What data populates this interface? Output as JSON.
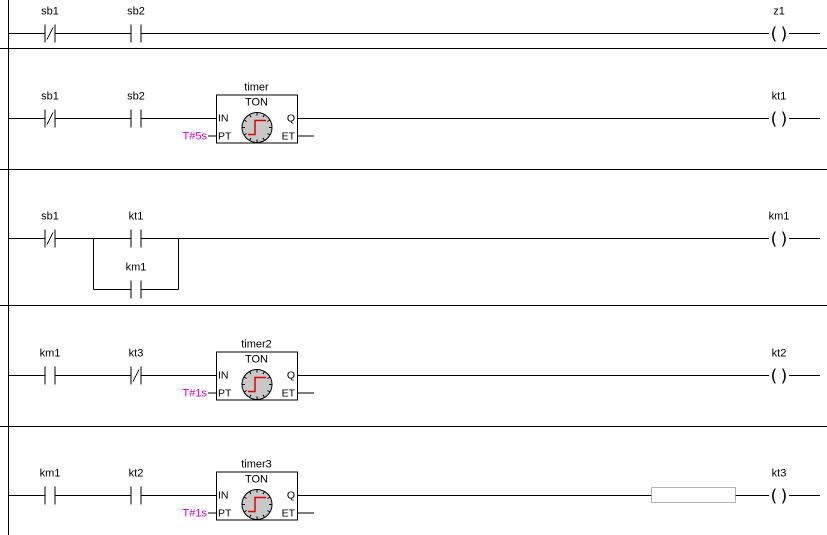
{
  "rungs": [
    {
      "contacts": [
        {
          "name": "sb1",
          "type": "NC"
        },
        {
          "name": "sb2",
          "type": "NO"
        }
      ],
      "coil": "z1"
    },
    {
      "contacts": [
        {
          "name": "sb1",
          "type": "NC"
        },
        {
          "name": "sb2",
          "type": "NO"
        }
      ],
      "block": {
        "instance": "timer",
        "type": "TON",
        "pt": "T#5s",
        "pin_in": "IN",
        "pin_pt": "PT",
        "pin_q": "Q",
        "pin_et": "ET"
      },
      "coil": "kt1"
    },
    {
      "contacts": [
        {
          "name": "sb1",
          "type": "NC"
        },
        {
          "name": "kt1",
          "type": "NO"
        }
      ],
      "parallel": {
        "name": "km1",
        "type": "NO"
      },
      "coil": "km1"
    },
    {
      "contacts": [
        {
          "name": "km1",
          "type": "NO"
        },
        {
          "name": "kt3",
          "type": "NC"
        }
      ],
      "block": {
        "instance": "timer2",
        "type": "TON",
        "pt": "T#1s",
        "pin_in": "IN",
        "pin_pt": "PT",
        "pin_q": "Q",
        "pin_et": "ET"
      },
      "coil": "kt2"
    },
    {
      "contacts": [
        {
          "name": "km1",
          "type": "NO"
        },
        {
          "name": "kt2",
          "type": "NO"
        }
      ],
      "block": {
        "instance": "timer3",
        "type": "TON",
        "pt": "T#1s",
        "pin_in": "IN",
        "pin_pt": "PT",
        "pin_q": "Q",
        "pin_et": "ET"
      },
      "coil": "kt3",
      "selection": true
    }
  ]
}
